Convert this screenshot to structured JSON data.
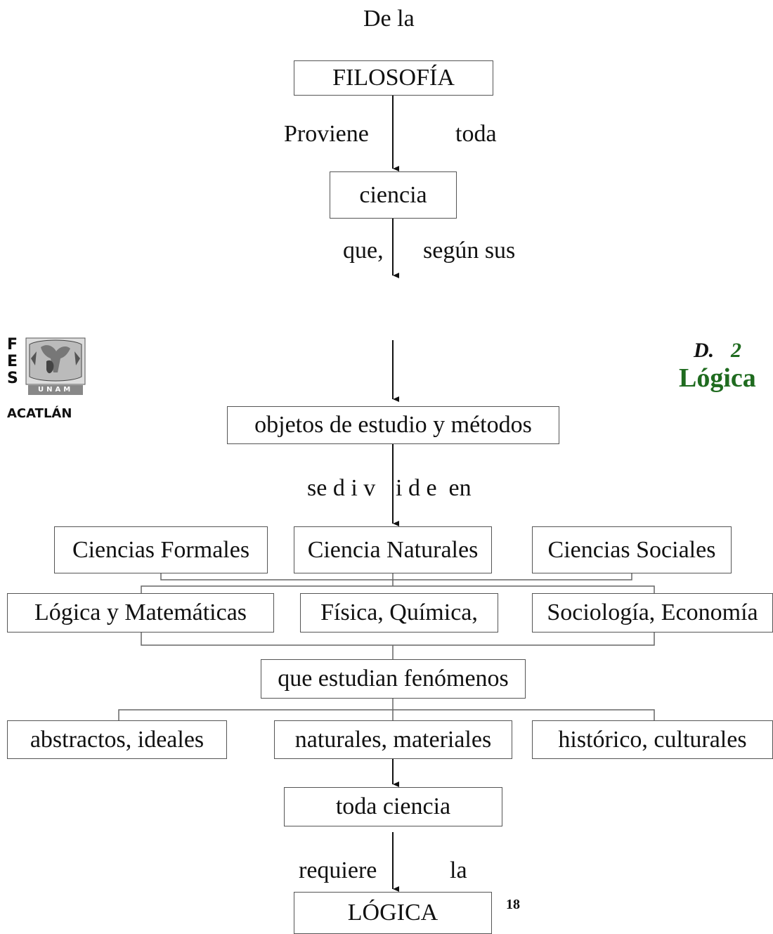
{
  "header": {
    "intro": "De la"
  },
  "boxes": {
    "filosofia": "FILOSOFÍA",
    "ciencia": "ciencia",
    "objetos": "objetos de estudio y métodos",
    "formales": "Ciencias Formales",
    "naturales": "Ciencia Naturales",
    "sociales": "Ciencias Sociales",
    "logica_mat": "Lógica y Matemáticas",
    "fisica": "Física, Química,",
    "sociologia": "Sociología, Economía",
    "fenomenos": "que estudian fenómenos",
    "abstractos": "abstractos, ideales",
    "materiales": "naturales, materiales",
    "historicos": "histórico, culturales",
    "toda_ciencia": "toda ciencia",
    "logica": "LÓGICA"
  },
  "edge_labels": {
    "proviene": "Proviene",
    "toda": "toda",
    "que": "que,",
    "segun": "según sus",
    "se_divide_left": "se d i v",
    "se_divide_right": "i d e  en",
    "requiere": "requiere",
    "la": "la"
  },
  "logo": {
    "letters": [
      "F",
      "E",
      "S"
    ],
    "name": "ACATLÁN",
    "seal_text": "UNAM"
  },
  "corner": {
    "d_label": "D.",
    "d_number": "2",
    "title": "Lógica",
    "title_color": "#1f6b1f"
  },
  "page_number": "18"
}
